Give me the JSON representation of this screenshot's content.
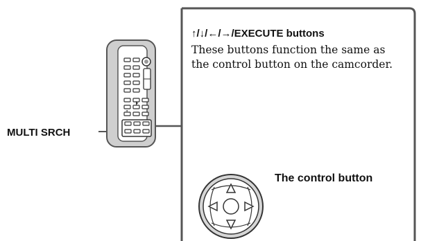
{
  "labels": {
    "multi_srch": "MULTI SRCH",
    "buttons_heading": "↑/↓/←/→/EXECUTE buttons",
    "description": "These buttons function the same as the control button on the camcorder.",
    "control_button": "The control button"
  },
  "icons": {
    "remote": "remote-commander-icon",
    "control_pad": "four-way-control-pad-icon"
  },
  "colors": {
    "line": "#555555",
    "text": "#111111",
    "body_fill": "#ffffff"
  }
}
